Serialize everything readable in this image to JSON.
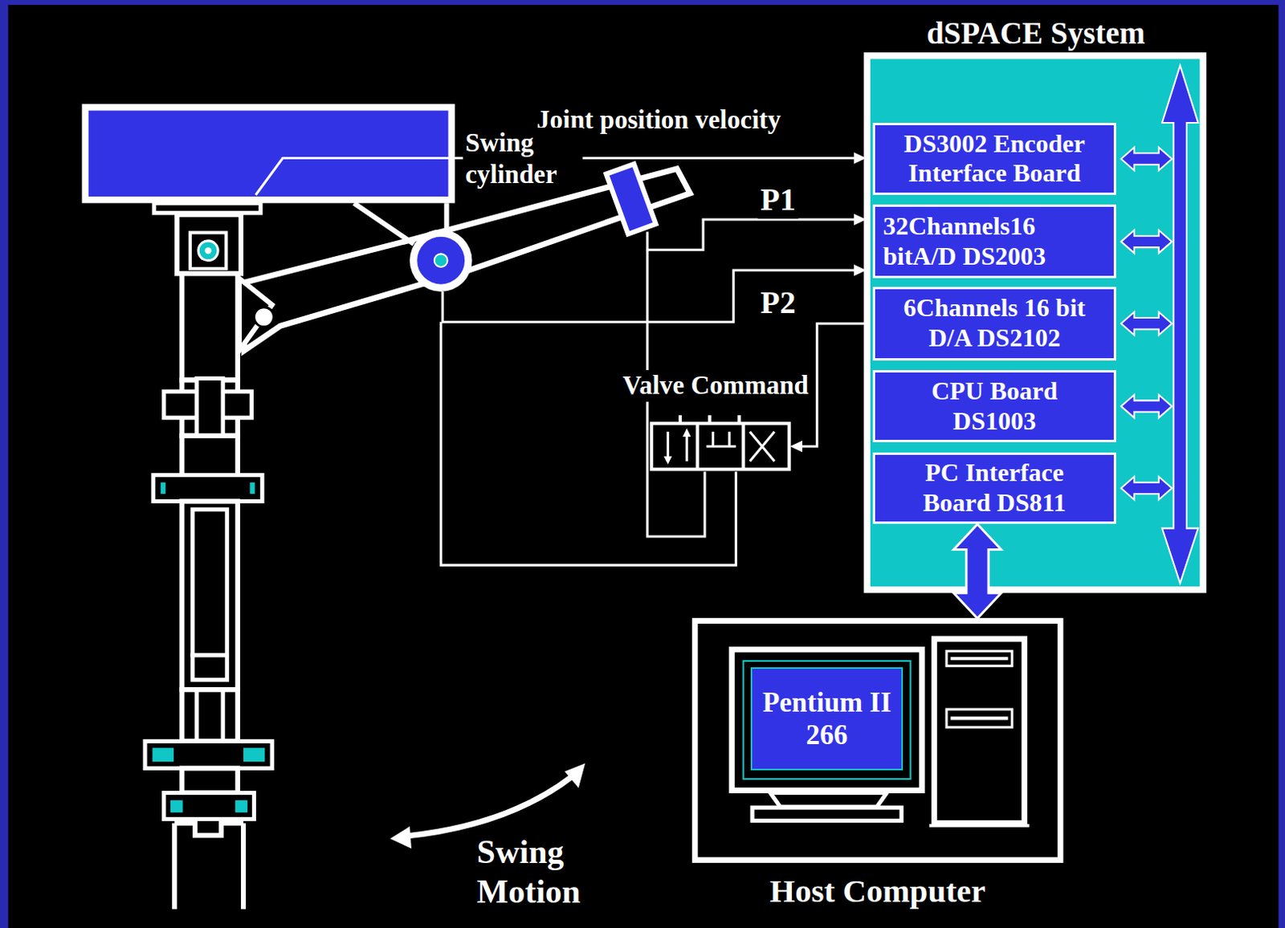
{
  "diagram": {
    "nodes": [
      {
        "text": [
          "dSPACE System"
        ]
      },
      {
        "text": [
          "DS3002 Encoder Interface Board"
        ],
        "in": 0
      },
      {
        "text": [
          "32Channels16 bitA/D DS2003"
        ],
        "in": 0
      },
      {
        "text": [
          "6Channels 16 bit D/A DS2102"
        ],
        "in": 0
      },
      {
        "text": [
          "CPU Board DS1003"
        ],
        "in": 0
      },
      {
        "text": [
          "PC Interface Board DS811"
        ],
        "in": 0
      },
      {
        "text": [
          "Host Computer"
        ]
      },
      {
        "text": [
          "Pentium II 266"
        ],
        "in": 6
      }
    ],
    "edges": [
      {
        "from": 5,
        "to": 6,
        "arrow": "both"
      }
    ],
    "labels": [
      "Joint position velocity",
      "Swing cylinder",
      "P1",
      "P2",
      "Valve Command",
      "Swing Motion"
    ]
  }
}
